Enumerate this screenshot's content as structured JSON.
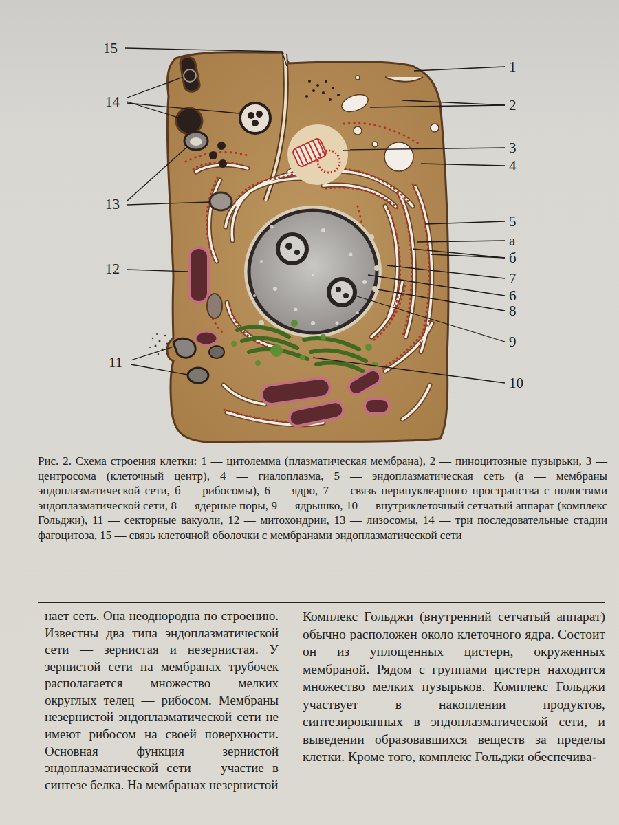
{
  "diagram": {
    "caption": "Рис. 2. Схема строения клетки: 1 — цитолемма (плазматическая мембрана), 2 — пиноцитозные пузырьки, 3 — центросома (клеточный центр), 4 — гиалоплазма, 5 — эндоплазматическая сеть (а — мембраны эндоплазматической сети, б — рибосомы), 6 — ядро, 7 — связь перинуклеарного пространства с полостями эндоплазматической сети, 8 — ядерные поры, 9 — ядрышко, 10 — внутриклеточный сетчатый аппарат (комплекс Гольджи), 11 — секторные вакуоли, 12 — митохондрии, 13 — лизосомы, 14 — три последовательные стадии фагоцитоза, 15 — связь клеточной оболочки с мембранами эндоплазматической сети",
    "labels": [
      "15",
      "1",
      "14",
      "2",
      "3",
      "4",
      "13",
      "5",
      "а",
      "б",
      "12",
      "7",
      "6",
      "8",
      "9",
      "11",
      "10",
      "нает сеть. Она неоднородна по строению. Известны два типа эндоплазматической сети — зернистая и незернистая. У зернистой сети на мембранах трубочек располагается множество мелких округлых телец — рибосом. Мембраны незернистой эндоплазматической сети не имеют рибосом на своей поверхности. Основная функция зернистой эндоплазматической сети — участие в синтезе белка. На мембранах незернистой",
      "Комплекс Гольджи (внутренний сетчатый аппарат) обычно расположен около клеточного ядра. Состоит он из уплощенных цистерн, окруженных мембраной. Рядом с группами цистерн находится множество мелких пузырьков. Комплекс Гольджи участвует в накоплении продуктов, синтезированных в эндоплазматической сети, и выведении образовавшихся веществ за пределы клетки. Кроме того, комплекс Гольджи обеспечива-"
    ]
  }
}
